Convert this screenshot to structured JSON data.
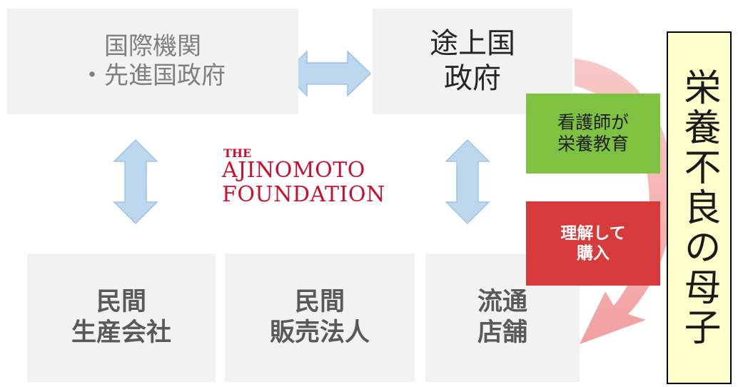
{
  "nodes": {
    "intl": {
      "lines": [
        "国際機関",
        "・先進国政府"
      ]
    },
    "gov": {
      "lines": [
        "途上国",
        "政府"
      ]
    },
    "producer": {
      "lines": [
        "民間",
        "生産会社"
      ]
    },
    "sales": {
      "lines": [
        "民間",
        "販売法人"
      ]
    },
    "shop": {
      "lines": [
        "流通",
        "店舗"
      ]
    }
  },
  "logo": {
    "the": "THE",
    "line1": "AJINOMOTO",
    "line2": "FOUNDATION"
  },
  "labels": {
    "education": {
      "lines": [
        "看護師が",
        "栄養教育"
      ]
    },
    "purchase": {
      "lines": [
        "理解して",
        "購入"
      ]
    }
  },
  "target": {
    "text": "栄養不良の母子"
  },
  "colors": {
    "box_bg": "#f2f2f2",
    "arrow": "#bdd7ee",
    "arrow_stroke": "#9dc3e6",
    "cycle_arrow": "#f4a3a3",
    "education_bg": "#7fc241",
    "purchase_bg": "#d63a3a",
    "target_bg": "#ffffcc",
    "logo_red": "#c8102e"
  }
}
